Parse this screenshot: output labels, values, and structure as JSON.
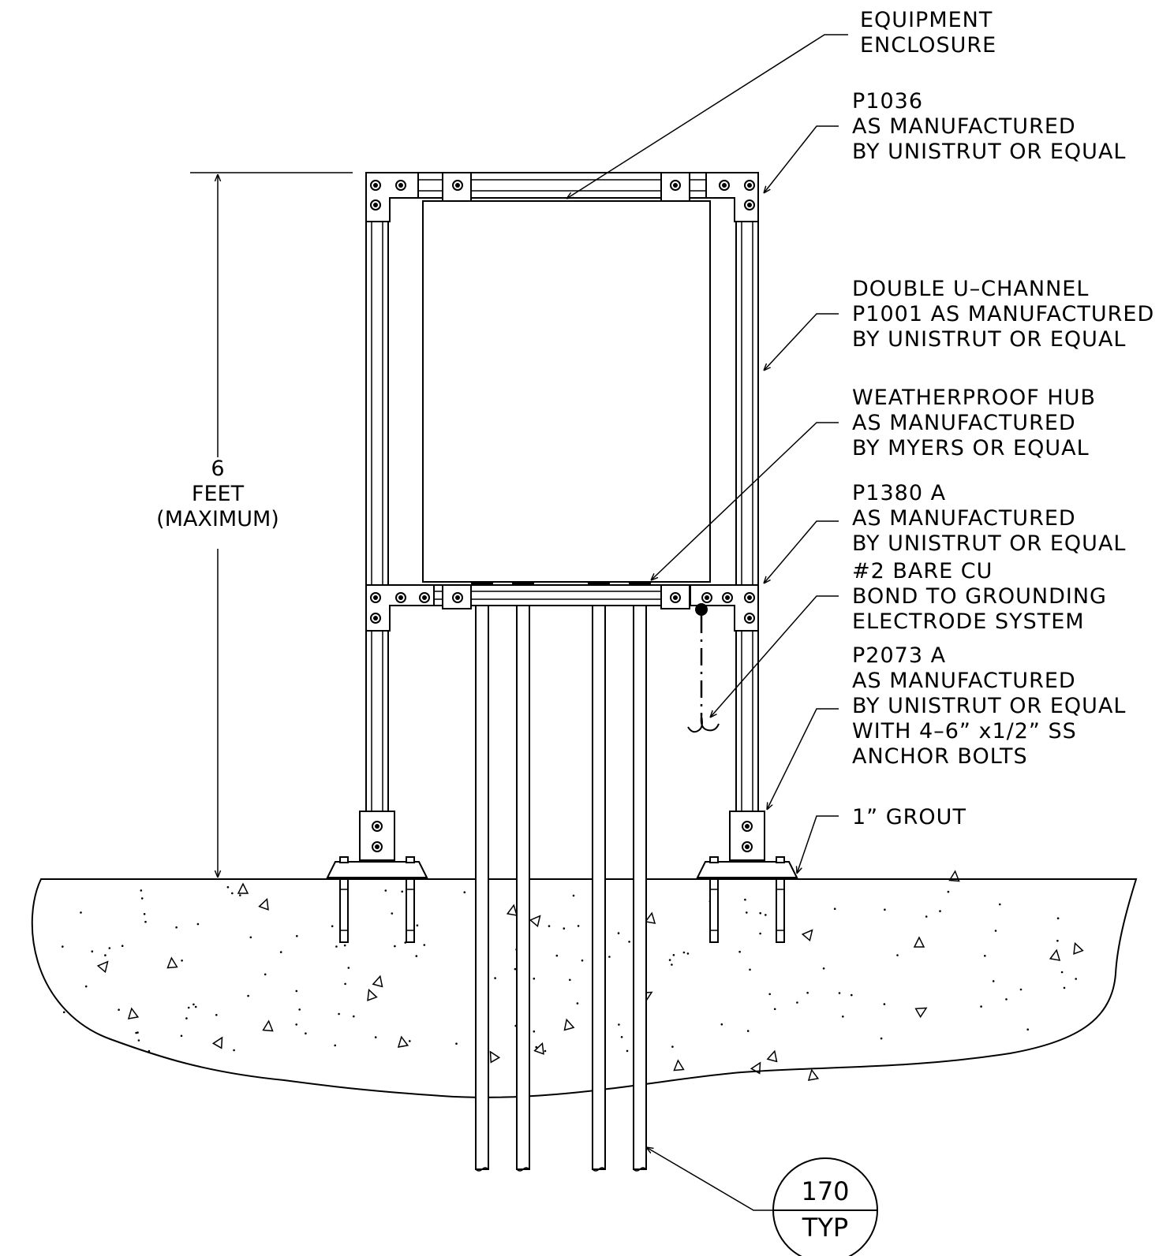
{
  "callouts": {
    "equipment_enclosure": [
      "EQUIPMENT",
      "ENCLOSURE"
    ],
    "p1036": [
      "P1036",
      "AS  MANUFACTURED",
      "BY  UNISTRUT  OR  EQUAL"
    ],
    "double_u_channel": [
      "DOUBLE  U–CHANNEL",
      "P1001  AS  MANUFACTURED",
      "BY  UNISTRUT  OR  EQUAL"
    ],
    "weatherproof_hub": [
      "WEATHERPROOF  HUB",
      "AS  MANUFACTURED",
      "BY  MYERS  OR  EQUAL"
    ],
    "p1380a": [
      "P1380  A",
      "AS  MANUFACTURED",
      "BY  UNISTRUT  OR  EQUAL"
    ],
    "bare_cu": [
      "#2  BARE  CU",
      "BOND  TO  GROUNDING",
      "ELECTRODE  SYSTEM"
    ],
    "p2073a": [
      "P2073  A",
      "AS  MANUFACTURED",
      "BY  UNISTRUT  OR  EQUAL",
      "WITH  4–6”  x1/2”  SS",
      "ANCHOR  BOLTS"
    ],
    "grout": [
      "1”  GROUT"
    ]
  },
  "dimension": {
    "value": "6",
    "unit": "FEET",
    "qualifier": "(MAXIMUM)"
  },
  "detail_bubble": {
    "top": "170",
    "bottom": "TYP"
  }
}
